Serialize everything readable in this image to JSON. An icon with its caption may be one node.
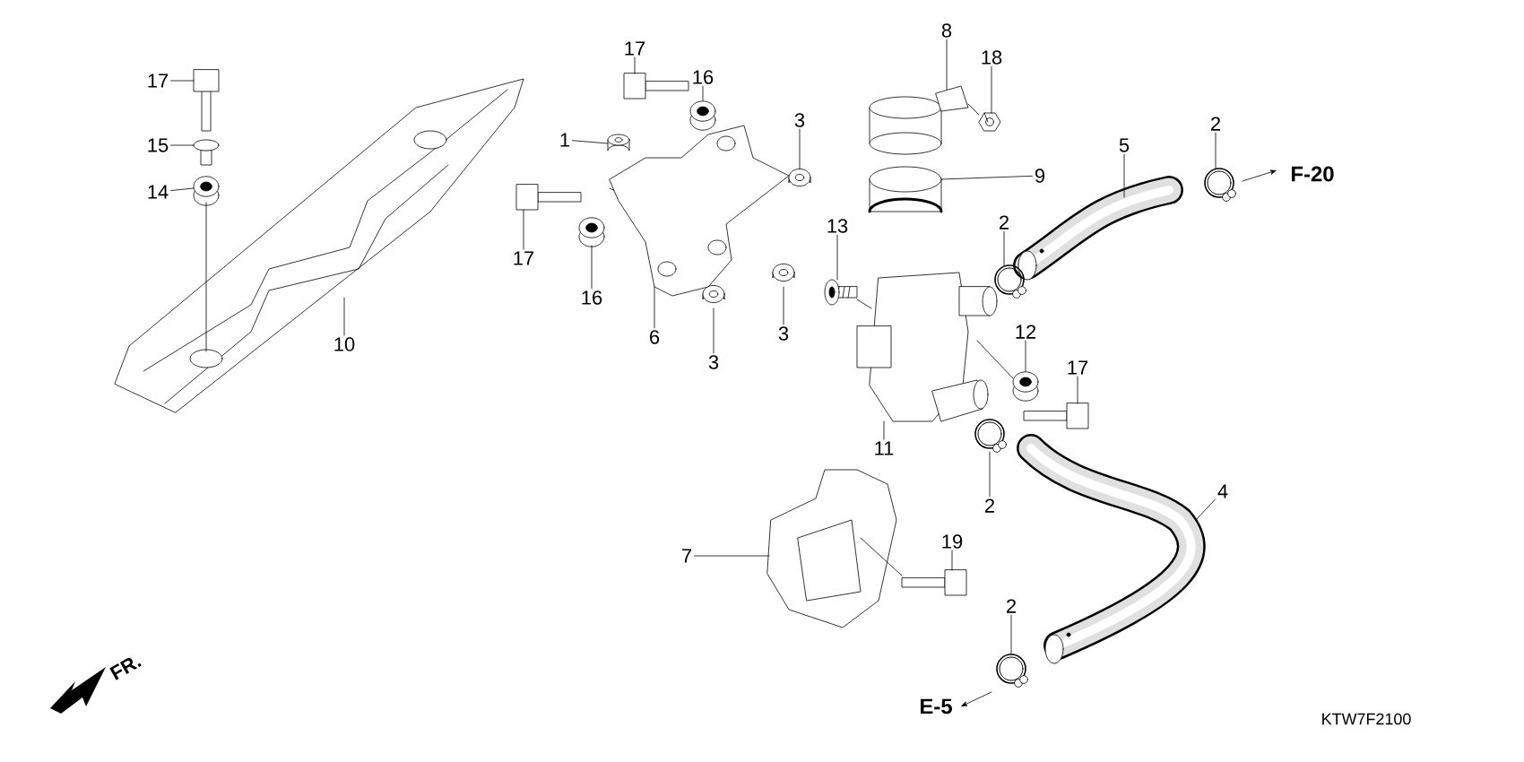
{
  "diagram": {
    "nodes": [
      {
        "text": [
          "17"
        ]
      },
      {
        "text": [
          "15"
        ]
      },
      {
        "text": [
          "14"
        ]
      },
      {
        "text": [
          "10"
        ]
      },
      {
        "text": [
          "17"
        ]
      },
      {
        "text": [
          "16"
        ]
      },
      {
        "text": [
          "1"
        ]
      },
      {
        "text": [
          "3"
        ]
      },
      {
        "text": [
          "8"
        ]
      },
      {
        "text": [
          "18"
        ]
      },
      {
        "text": [
          "9"
        ]
      },
      {
        "text": [
          "5"
        ]
      },
      {
        "text": [
          "2"
        ]
      },
      {
        "text": [
          "17"
        ]
      },
      {
        "text": [
          "16"
        ]
      },
      {
        "text": [
          "6"
        ]
      },
      {
        "text": [
          "3"
        ]
      },
      {
        "text": [
          "3"
        ]
      },
      {
        "text": [
          "13"
        ]
      },
      {
        "text": [
          "2"
        ]
      },
      {
        "text": [
          "12"
        ]
      },
      {
        "text": [
          "17"
        ]
      },
      {
        "text": [
          "11"
        ]
      },
      {
        "text": [
          "2"
        ]
      },
      {
        "text": [
          "4"
        ]
      },
      {
        "text": [
          "7"
        ]
      },
      {
        "text": [
          "19"
        ]
      },
      {
        "text": [
          "2"
        ]
      },
      {
        "text": [],
        "shape": "picture"
      },
      {
        "text": [],
        "shape": "picture"
      },
      {
        "text": [],
        "shape": "picture"
      },
      {
        "text": [],
        "shape": "picture"
      },
      {
        "text": [],
        "shape": "picture"
      },
      {
        "text": [],
        "shape": "picture"
      },
      {
        "text": [],
        "shape": "picture"
      },
      {
        "text": [],
        "shape": "picture"
      },
      {
        "text": [],
        "shape": "picture"
      },
      {
        "text": [],
        "shape": "picture"
      },
      {
        "text": [],
        "shape": "picture"
      },
      {
        "text": [],
        "shape": "picture"
      },
      {
        "text": [],
        "shape": "picture"
      },
      {
        "text": [],
        "shape": "picture"
      },
      {
        "text": [],
        "shape": "picture"
      },
      {
        "text": [],
        "shape": "picture"
      },
      {
        "text": [],
        "shape": "picture"
      },
      {
        "text": [],
        "shape": "picture"
      },
      {
        "text": [],
        "shape": "picture"
      },
      {
        "text": [],
        "shape": "picture"
      },
      {
        "text": [],
        "shape": "picture"
      },
      {
        "text": [],
        "shape": "picture"
      },
      {
        "text": [],
        "shape": "picture"
      },
      {
        "text": [],
        "shape": "picture"
      },
      {
        "text": [],
        "shape": "picture"
      },
      {
        "text": [],
        "shape": "picture"
      },
      {
        "text": [],
        "shape": "picture"
      },
      {
        "text": [],
        "shape": "picture"
      }
    ],
    "edges": [
      {
        "from": 0,
        "to": 28,
        "arrow": "none"
      },
      {
        "from": 1,
        "to": 29,
        "arrow": "none"
      },
      {
        "from": 2,
        "to": 30,
        "arrow": "none"
      },
      {
        "from": 3,
        "to": 31,
        "arrow": "none"
      },
      {
        "from": 4,
        "to": 32,
        "arrow": "none"
      },
      {
        "from": 5,
        "to": 33,
        "arrow": "none"
      },
      {
        "from": 6,
        "to": 34,
        "arrow": "none"
      },
      {
        "from": 7,
        "to": 35,
        "arrow": "none"
      },
      {
        "from": 8,
        "to": 36,
        "arrow": "none"
      },
      {
        "from": 9,
        "to": 37,
        "arrow": "none"
      },
      {
        "from": 10,
        "to": 38,
        "arrow": "none"
      },
      {
        "from": 11,
        "to": 39,
        "arrow": "none"
      },
      {
        "from": 12,
        "to": 40,
        "arrow": "none"
      },
      {
        "from": 13,
        "to": 41,
        "arrow": "none"
      },
      {
        "from": 14,
        "to": 42,
        "arrow": "none"
      },
      {
        "from": 15,
        "to": 43,
        "arrow": "none"
      },
      {
        "from": 16,
        "to": 44,
        "arrow": "none"
      },
      {
        "from": 17,
        "to": 45,
        "arrow": "none"
      },
      {
        "from": 18,
        "to": 46,
        "arrow": "none"
      },
      {
        "from": 19,
        "to": 47,
        "arrow": "none"
      },
      {
        "from": 20,
        "to": 48,
        "arrow": "none"
      },
      {
        "from": 21,
        "to": 49,
        "arrow": "none"
      },
      {
        "from": 22,
        "to": 50,
        "arrow": "none"
      },
      {
        "from": 23,
        "to": 51,
        "arrow": "none"
      },
      {
        "from": 24,
        "to": 52,
        "arrow": "none"
      },
      {
        "from": 25,
        "to": 53,
        "arrow": "none"
      },
      {
        "from": 26,
        "to": 54,
        "arrow": "none"
      },
      {
        "from": 27,
        "to": 55,
        "arrow": "none"
      },
      {
        "from": 30,
        "to": 31,
        "arrow": "none"
      },
      {
        "from": 36,
        "to": 37,
        "arrow": "none"
      },
      {
        "from": 46,
        "to": 50,
        "arrow": "none"
      },
      {
        "from": 48,
        "to": 50,
        "arrow": "none"
      },
      {
        "from": 53,
        "to": 54,
        "arrow": "none"
      }
    ],
    "labels": [
      "F-20",
      "E-5",
      "FR.",
      "KTW7F2100"
    ]
  }
}
